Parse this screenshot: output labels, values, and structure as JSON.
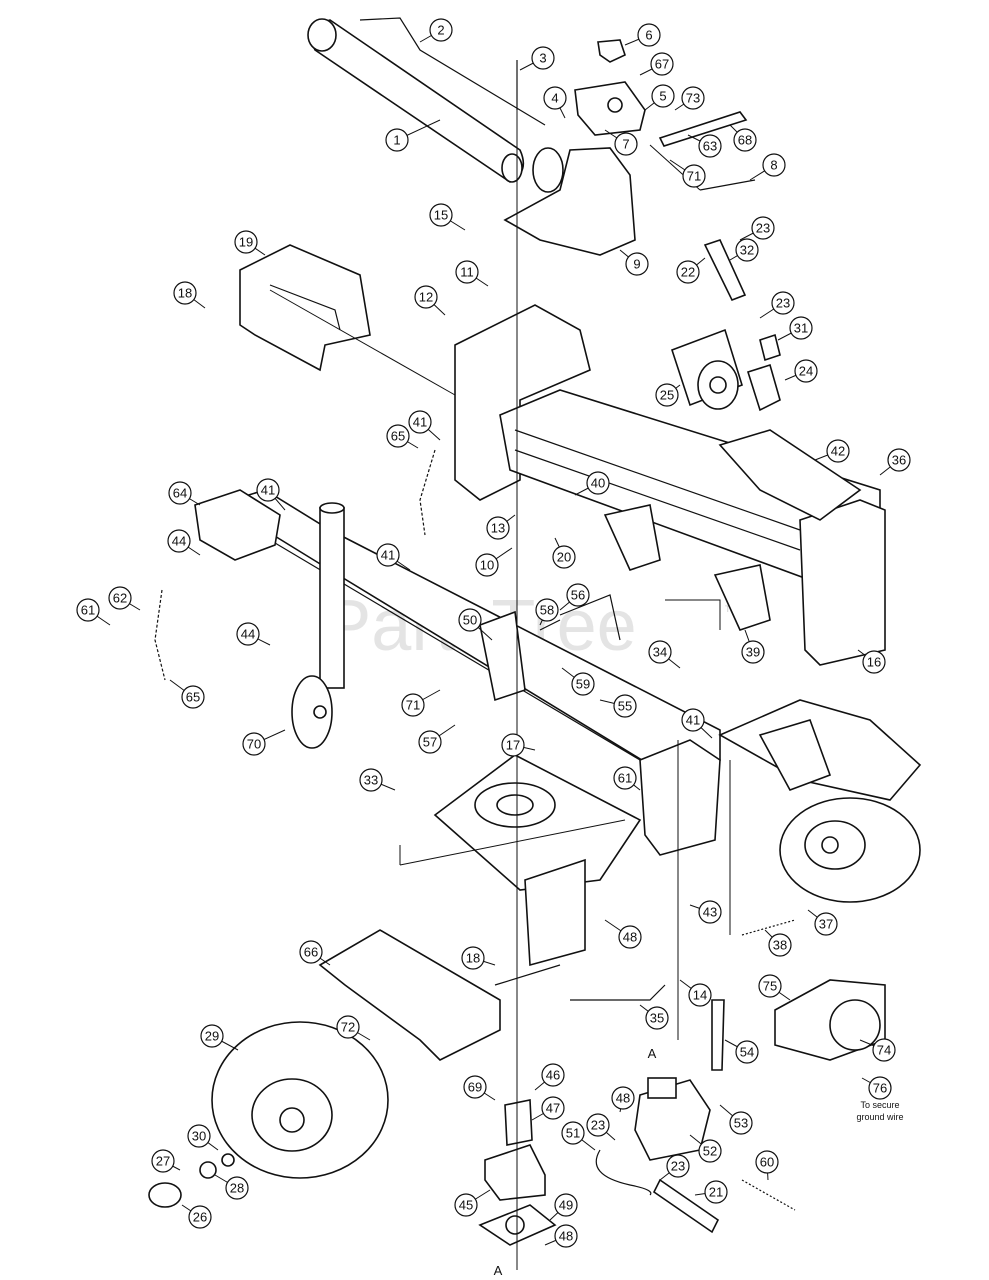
{
  "watermark": {
    "text": "PartsTree",
    "tm": "TM"
  },
  "note": {
    "line1": "To secure",
    "line2": "ground wire"
  },
  "letters": {
    "a1": "A",
    "a2": "A"
  },
  "callouts": [
    {
      "id": "c1",
      "label": "1"
    },
    {
      "id": "c2",
      "label": "2"
    },
    {
      "id": "c3",
      "label": "3"
    },
    {
      "id": "c4",
      "label": "4"
    },
    {
      "id": "c5",
      "label": "5"
    },
    {
      "id": "c6",
      "label": "6"
    },
    {
      "id": "c7",
      "label": "7"
    },
    {
      "id": "c8",
      "label": "8"
    },
    {
      "id": "c9",
      "label": "9"
    },
    {
      "id": "c10",
      "label": "10"
    },
    {
      "id": "c11",
      "label": "11"
    },
    {
      "id": "c12",
      "label": "12"
    },
    {
      "id": "c13",
      "label": "13"
    },
    {
      "id": "c14",
      "label": "14"
    },
    {
      "id": "c15",
      "label": "15"
    },
    {
      "id": "c16",
      "label": "16"
    },
    {
      "id": "c17",
      "label": "17"
    },
    {
      "id": "c18a",
      "label": "18"
    },
    {
      "id": "c18b",
      "label": "18"
    },
    {
      "id": "c19",
      "label": "19"
    },
    {
      "id": "c20",
      "label": "20"
    },
    {
      "id": "c21",
      "label": "21"
    },
    {
      "id": "c22",
      "label": "22"
    },
    {
      "id": "c23a",
      "label": "23"
    },
    {
      "id": "c23b",
      "label": "23"
    },
    {
      "id": "c23c",
      "label": "23"
    },
    {
      "id": "c23d",
      "label": "23"
    },
    {
      "id": "c24",
      "label": "24"
    },
    {
      "id": "c25",
      "label": "25"
    },
    {
      "id": "c26",
      "label": "26"
    },
    {
      "id": "c27",
      "label": "27"
    },
    {
      "id": "c28",
      "label": "28"
    },
    {
      "id": "c29",
      "label": "29"
    },
    {
      "id": "c30",
      "label": "30"
    },
    {
      "id": "c31",
      "label": "31"
    },
    {
      "id": "c32",
      "label": "32"
    },
    {
      "id": "c33",
      "label": "33"
    },
    {
      "id": "c34",
      "label": "34"
    },
    {
      "id": "c35",
      "label": "35"
    },
    {
      "id": "c36",
      "label": "36"
    },
    {
      "id": "c37",
      "label": "37"
    },
    {
      "id": "c38",
      "label": "38"
    },
    {
      "id": "c39",
      "label": "39"
    },
    {
      "id": "c40",
      "label": "40"
    },
    {
      "id": "c41a",
      "label": "41"
    },
    {
      "id": "c41b",
      "label": "41"
    },
    {
      "id": "c41c",
      "label": "41"
    },
    {
      "id": "c41d",
      "label": "41"
    },
    {
      "id": "c42",
      "label": "42"
    },
    {
      "id": "c43",
      "label": "43"
    },
    {
      "id": "c44a",
      "label": "44"
    },
    {
      "id": "c44b",
      "label": "44"
    },
    {
      "id": "c45",
      "label": "45"
    },
    {
      "id": "c46",
      "label": "46"
    },
    {
      "id": "c47",
      "label": "47"
    },
    {
      "id": "c48a",
      "label": "48"
    },
    {
      "id": "c48b",
      "label": "48"
    },
    {
      "id": "c48c",
      "label": "48"
    },
    {
      "id": "c49",
      "label": "49"
    },
    {
      "id": "c50",
      "label": "50"
    },
    {
      "id": "c51",
      "label": "51"
    },
    {
      "id": "c52",
      "label": "52"
    },
    {
      "id": "c53",
      "label": "53"
    },
    {
      "id": "c54",
      "label": "54"
    },
    {
      "id": "c55",
      "label": "55"
    },
    {
      "id": "c56",
      "label": "56"
    },
    {
      "id": "c57",
      "label": "57"
    },
    {
      "id": "c58",
      "label": "58"
    },
    {
      "id": "c59",
      "label": "59"
    },
    {
      "id": "c60",
      "label": "60"
    },
    {
      "id": "c61a",
      "label": "61"
    },
    {
      "id": "c61b",
      "label": "61"
    },
    {
      "id": "c62",
      "label": "62"
    },
    {
      "id": "c63",
      "label": "63"
    },
    {
      "id": "c64",
      "label": "64"
    },
    {
      "id": "c65a",
      "label": "65"
    },
    {
      "id": "c65b",
      "label": "65"
    },
    {
      "id": "c66",
      "label": "66"
    },
    {
      "id": "c67",
      "label": "67"
    },
    {
      "id": "c68",
      "label": "68"
    },
    {
      "id": "c69",
      "label": "69"
    },
    {
      "id": "c70",
      "label": "70"
    },
    {
      "id": "c71a",
      "label": "71"
    },
    {
      "id": "c71b",
      "label": "71"
    },
    {
      "id": "c72",
      "label": "72"
    },
    {
      "id": "c73",
      "label": "73"
    },
    {
      "id": "c74",
      "label": "74"
    },
    {
      "id": "c75",
      "label": "75"
    },
    {
      "id": "c76",
      "label": "76"
    }
  ]
}
